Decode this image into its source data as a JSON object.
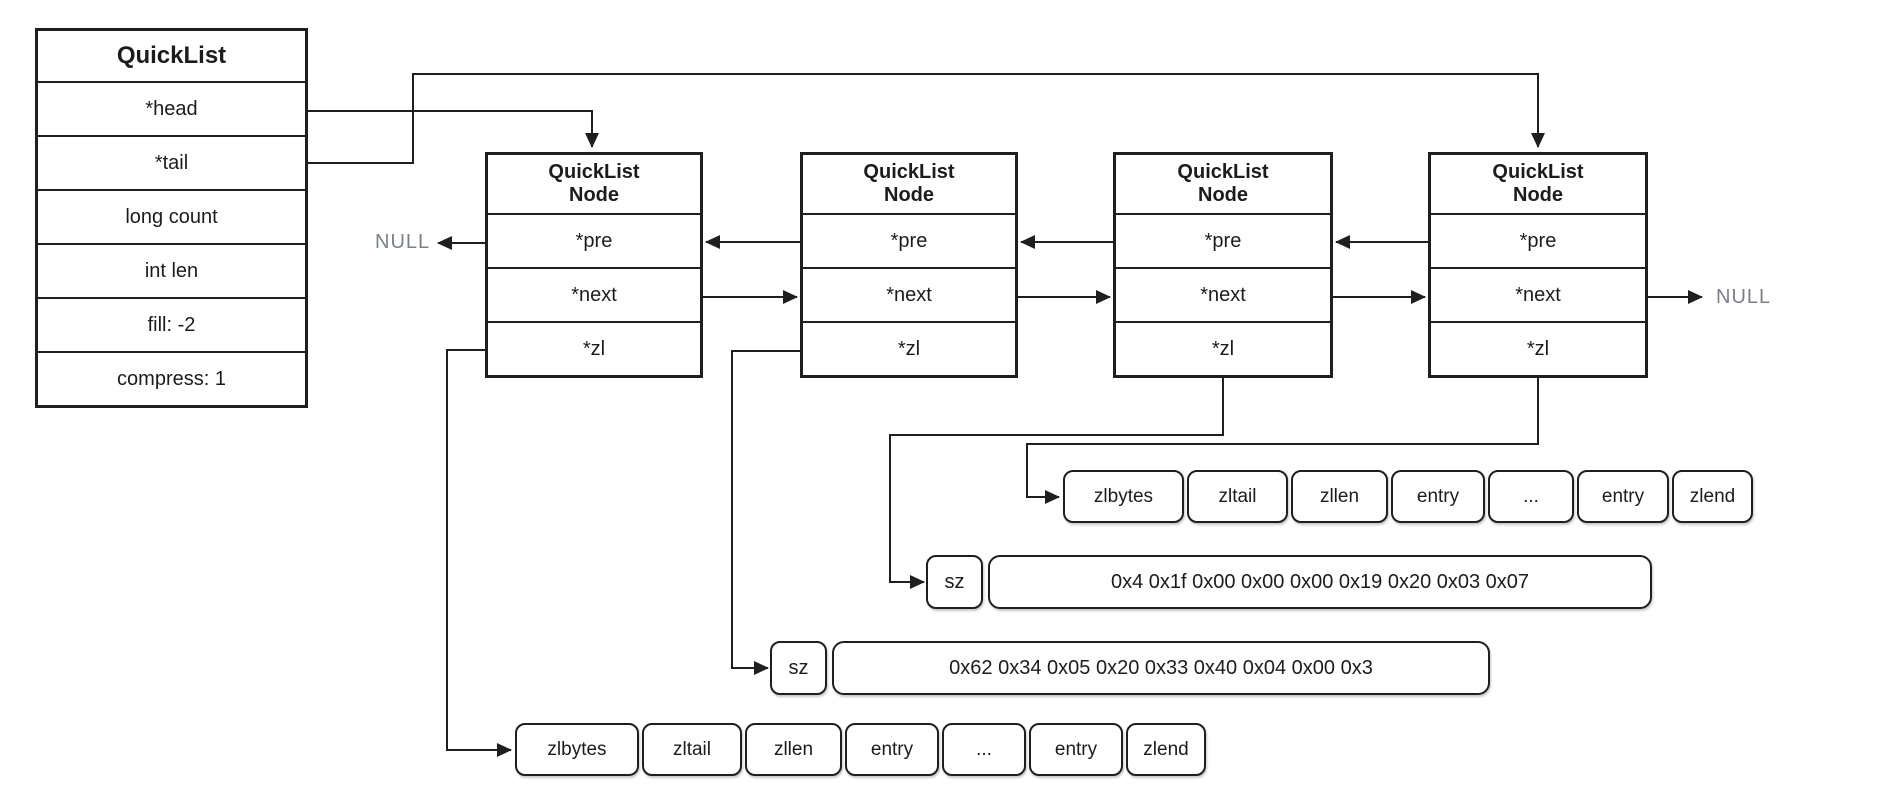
{
  "colors": {
    "line": "#1f1f1f",
    "border": "#1f1f1f",
    "null_text": "#7b8088",
    "background": "#ffffff"
  },
  "quicklist": {
    "title": "QuickList",
    "fields": [
      "*head",
      "*tail",
      "long count",
      "int len",
      "fill: -2",
      "compress: 1"
    ]
  },
  "nodes": [
    {
      "title_top": "QuickList",
      "title_bottom": "Node",
      "fields": [
        "*pre",
        "*next",
        "*zl"
      ]
    },
    {
      "title_top": "QuickList",
      "title_bottom": "Node",
      "fields": [
        "*pre",
        "*next",
        "*zl"
      ]
    },
    {
      "title_top": "QuickList",
      "title_bottom": "Node",
      "fields": [
        "*pre",
        "*next",
        "*zl"
      ]
    },
    {
      "title_top": "QuickList",
      "title_bottom": "Node",
      "fields": [
        "*pre",
        "*next",
        "*zl"
      ]
    }
  ],
  "null_labels": {
    "left": "NULL",
    "right": "NULL"
  },
  "ziplists": {
    "top": [
      "zlbytes",
      "zltail",
      "zllen",
      "entry",
      "...",
      "entry",
      "zlend"
    ],
    "bottom": [
      "zlbytes",
      "zltail",
      "zllen",
      "entry",
      "...",
      "entry",
      "zlend"
    ]
  },
  "sz_rows": [
    {
      "label": "sz",
      "bytes": "0x4 0x1f 0x00 0x00 0x00 0x19 0x20 0x03 0x07"
    },
    {
      "label": "sz",
      "bytes": "0x62 0x34 0x05 0x20 0x33 0x40 0x04 0x00 0x3"
    }
  ]
}
